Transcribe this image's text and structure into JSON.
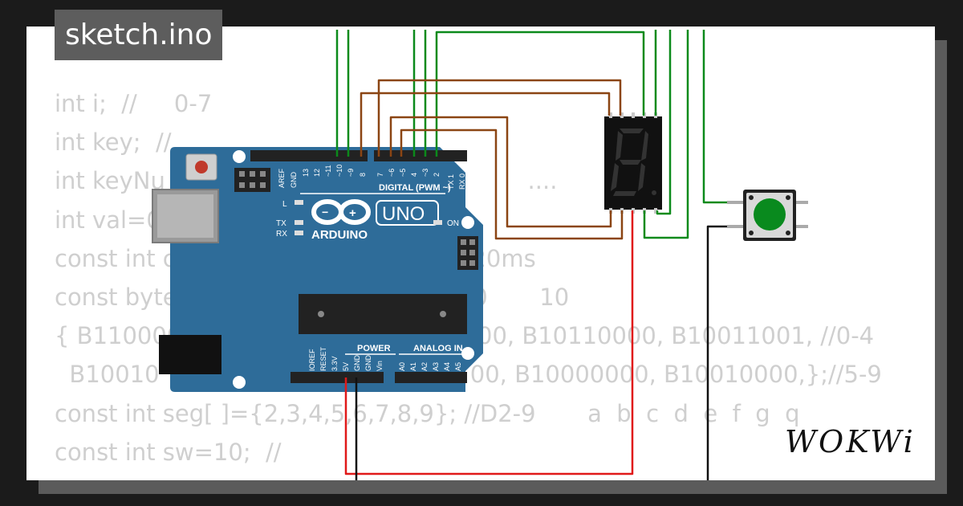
{
  "header": {
    "file_title": "sketch.ino"
  },
  "code": {
    "lines": [
      "int i;  //     0-7",
      "int key;  //",
      "int keyNu                                                 ....",
      "int val=0",
      "const int c                                        20ms",
      "const byte                                        0       10",
      "{ B110000                                        00, B10110000, B10011001, //0-4",
      "  B10010                                          00, B10000000, B10010000,};//5-9",
      "const int seg[ ]={2,3,4,5,6,7,8,9}; //D2-9       a  b  c  d  e  f  g  q",
      "const int sw=10;  //"
    ]
  },
  "board": {
    "name": "UNO",
    "brand": "ARDUINO",
    "header_label": "DIGITAL (PWM ~)",
    "power_label": "POWER",
    "analog_label": "ANALOG IN",
    "on_label": "ON",
    "led_l": "L",
    "led_tx": "TX",
    "led_rx": "RX",
    "pin_aref": "AREF",
    "pin_gnd": "GND",
    "pin_13": "13",
    "pin_12": "12",
    "pin_11": "~11",
    "pin_10": "~10",
    "pin_9": "~9",
    "pin_8": "8",
    "pin_7": "7",
    "pin_6": "~6",
    "pin_5": "~5",
    "pin_4": "4",
    "pin_3": "~3",
    "pin_2": "2",
    "pin_tx1": "TX 1",
    "pin_rx0": "RX 0",
    "pin_ioref": "IOREF",
    "pin_reset": "RESET",
    "pin_3v3": "3.3V",
    "pin_5v": "5V",
    "pin_gnd_a": "GND",
    "pin_gnd_b": "GND",
    "pin_vin": "Vin",
    "pin_a0": "A0",
    "pin_a1": "A1",
    "pin_a2": "A2",
    "pin_a3": "A3",
    "pin_a4": "A4",
    "pin_a5": "A5"
  },
  "display": {
    "digit": "8"
  },
  "brand": {
    "logo": "WOKWi"
  },
  "colors": {
    "board": "#2e6c99",
    "wire_green": "#0b8a1b",
    "wire_brown": "#8b4513",
    "wire_red": "#e01919",
    "wire_black": "#111111",
    "button_cap": "#098a1e"
  }
}
